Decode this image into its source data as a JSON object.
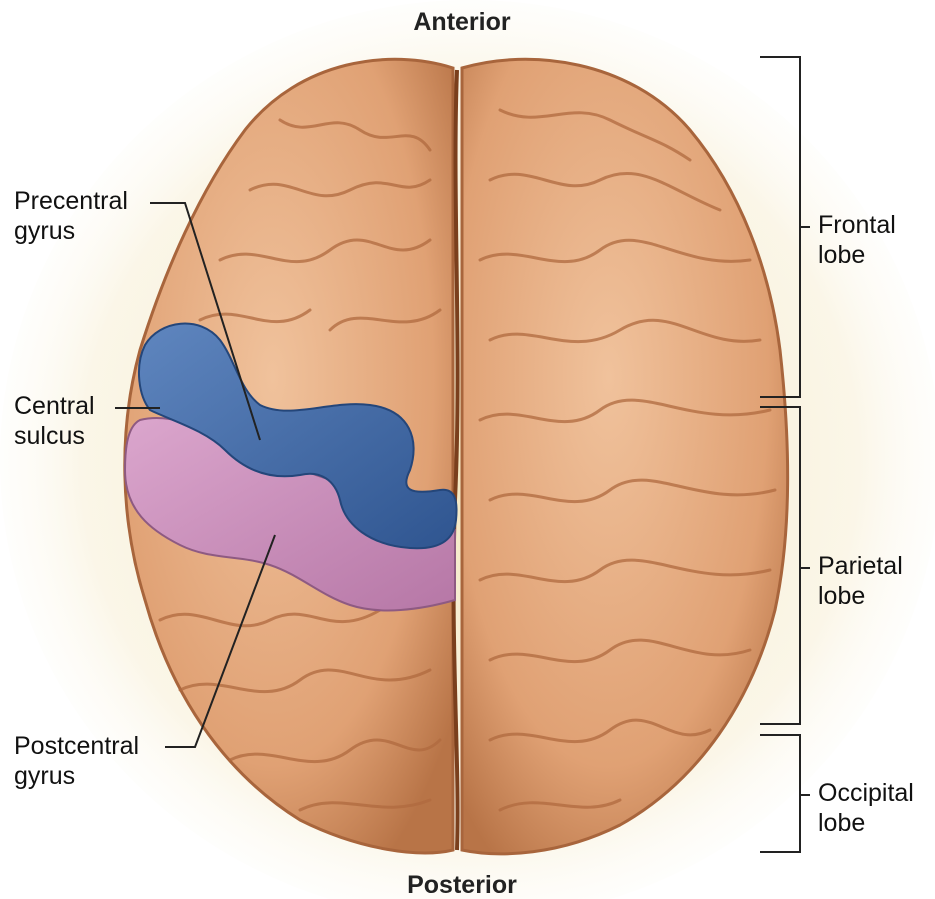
{
  "orientation": {
    "top": "Anterior",
    "bottom": "Posterior"
  },
  "left_labels": {
    "precentral": [
      "Precentral",
      "gyrus"
    ],
    "central": [
      "Central",
      "sulcus"
    ],
    "postcentral": [
      "Postcentral",
      "gyrus"
    ]
  },
  "lobes": {
    "frontal": [
      "Frontal",
      "lobe"
    ],
    "parietal": [
      "Parietal",
      "lobe"
    ],
    "occipital": [
      "Occipital",
      "lobe"
    ]
  },
  "colors": {
    "cortex": "#e3a77b",
    "cortex_light": "#f0c29c",
    "cortex_shadow": "#b06a3f",
    "precentral_gyrus": "#4a6fa8",
    "postcentral_gyrus": "#c98ab8",
    "background_glow": "#f5ecc8"
  }
}
